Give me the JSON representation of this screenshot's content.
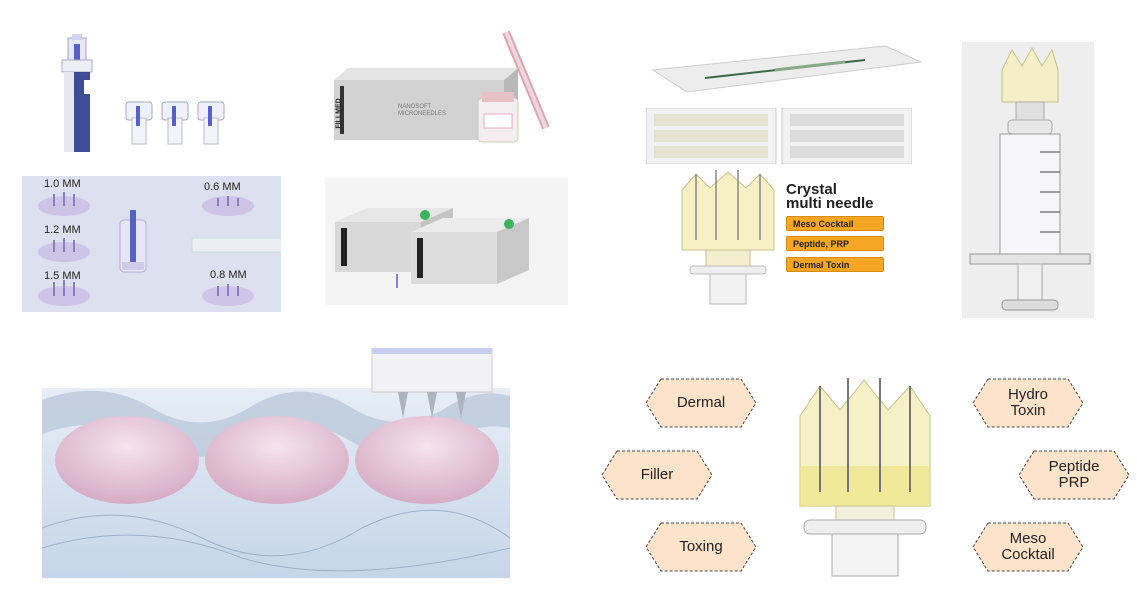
{
  "sizes": {
    "size_1": "1.0 MM",
    "size_2": "0.6 MM",
    "size_3": "1.2 MM",
    "size_4": "1.5 MM",
    "size_5": "0.8 MM"
  },
  "brand": {
    "name": "FILLMED",
    "product": "NANOSOFT MICRONEEDLES"
  },
  "crystal": {
    "title_line1": "Crystal",
    "title_line2": "multi needle",
    "badges": [
      "Meso Cocktail",
      "Peptide, PRP",
      "Dermal Toxin"
    ]
  },
  "hexagons": {
    "dermal": "Dermal",
    "filler": "Filler",
    "toxing": "Toxing",
    "hydro_toxin": "Hydro Toxin",
    "peptide_prp": "Peptide PRP",
    "meso_cocktail": "Meso Cocktail"
  },
  "colors": {
    "hex_fill": "#fde3c9",
    "badge": "#f6a623",
    "skin_bubble": "#e9c9da",
    "needle_blue": "#5560c8"
  }
}
